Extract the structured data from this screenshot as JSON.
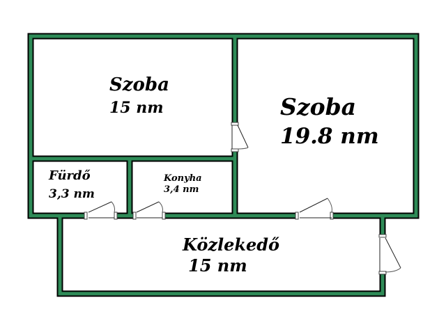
{
  "rooms": {
    "bedroom1": {
      "name": "Szoba",
      "area": "15 nm"
    },
    "bedroom2": {
      "name": "Szoba",
      "area": "19.8 nm"
    },
    "bathroom": {
      "name": "Fürdő",
      "area": "3,3 nm"
    },
    "kitchen": {
      "name": "Konyha",
      "area": "3,4 nm"
    },
    "hallway": {
      "name": "Közlekedő",
      "area": "15 nm"
    }
  },
  "colors": {
    "wall_fill": "#2e8b57",
    "wall_outline": "#000000",
    "background": "#ffffff"
  }
}
